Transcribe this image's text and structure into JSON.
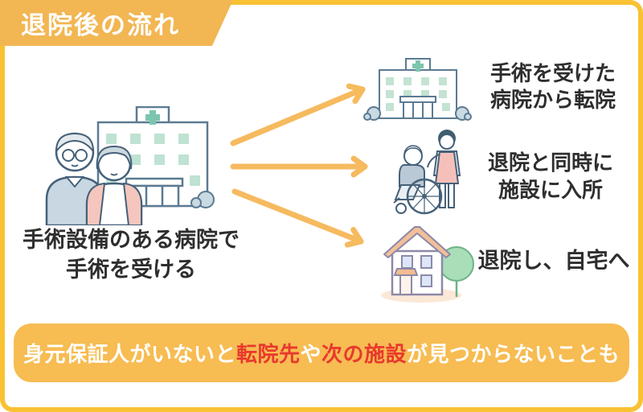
{
  "header": {
    "title": "退院後の流れ"
  },
  "left": {
    "illustration": "elderly-couple-in-front-of-surgery-hospital",
    "caption_lines": [
      "手術設備のある病院で",
      "手術を受ける"
    ]
  },
  "options": [
    {
      "icon": "hospital-icon",
      "lines": [
        "手術を受けた",
        "病院から転院"
      ]
    },
    {
      "icon": "wheelchair-caregiver-icon",
      "lines": [
        "退院と同時に",
        "施設に入所"
      ]
    },
    {
      "icon": "house-icon",
      "lines": [
        "退院し、自宅へ"
      ]
    }
  ],
  "banner": {
    "segments": [
      {
        "text": "身元保証人がいないと",
        "color": "white"
      },
      {
        "text": "転院先",
        "color": "red"
      },
      {
        "text": "や",
        "color": "white"
      },
      {
        "text": "次の施設",
        "color": "red"
      },
      {
        "text": "が見つからないことも",
        "color": "white"
      }
    ]
  },
  "colors": {
    "frame_orange": "#F8C233",
    "badge_orange": "#F2B652",
    "banner_orange": "#F7BC52",
    "arrow_orange": "#F6BA5F",
    "alert_red": "#E8392E",
    "text_dark": "#2E2E2E"
  }
}
